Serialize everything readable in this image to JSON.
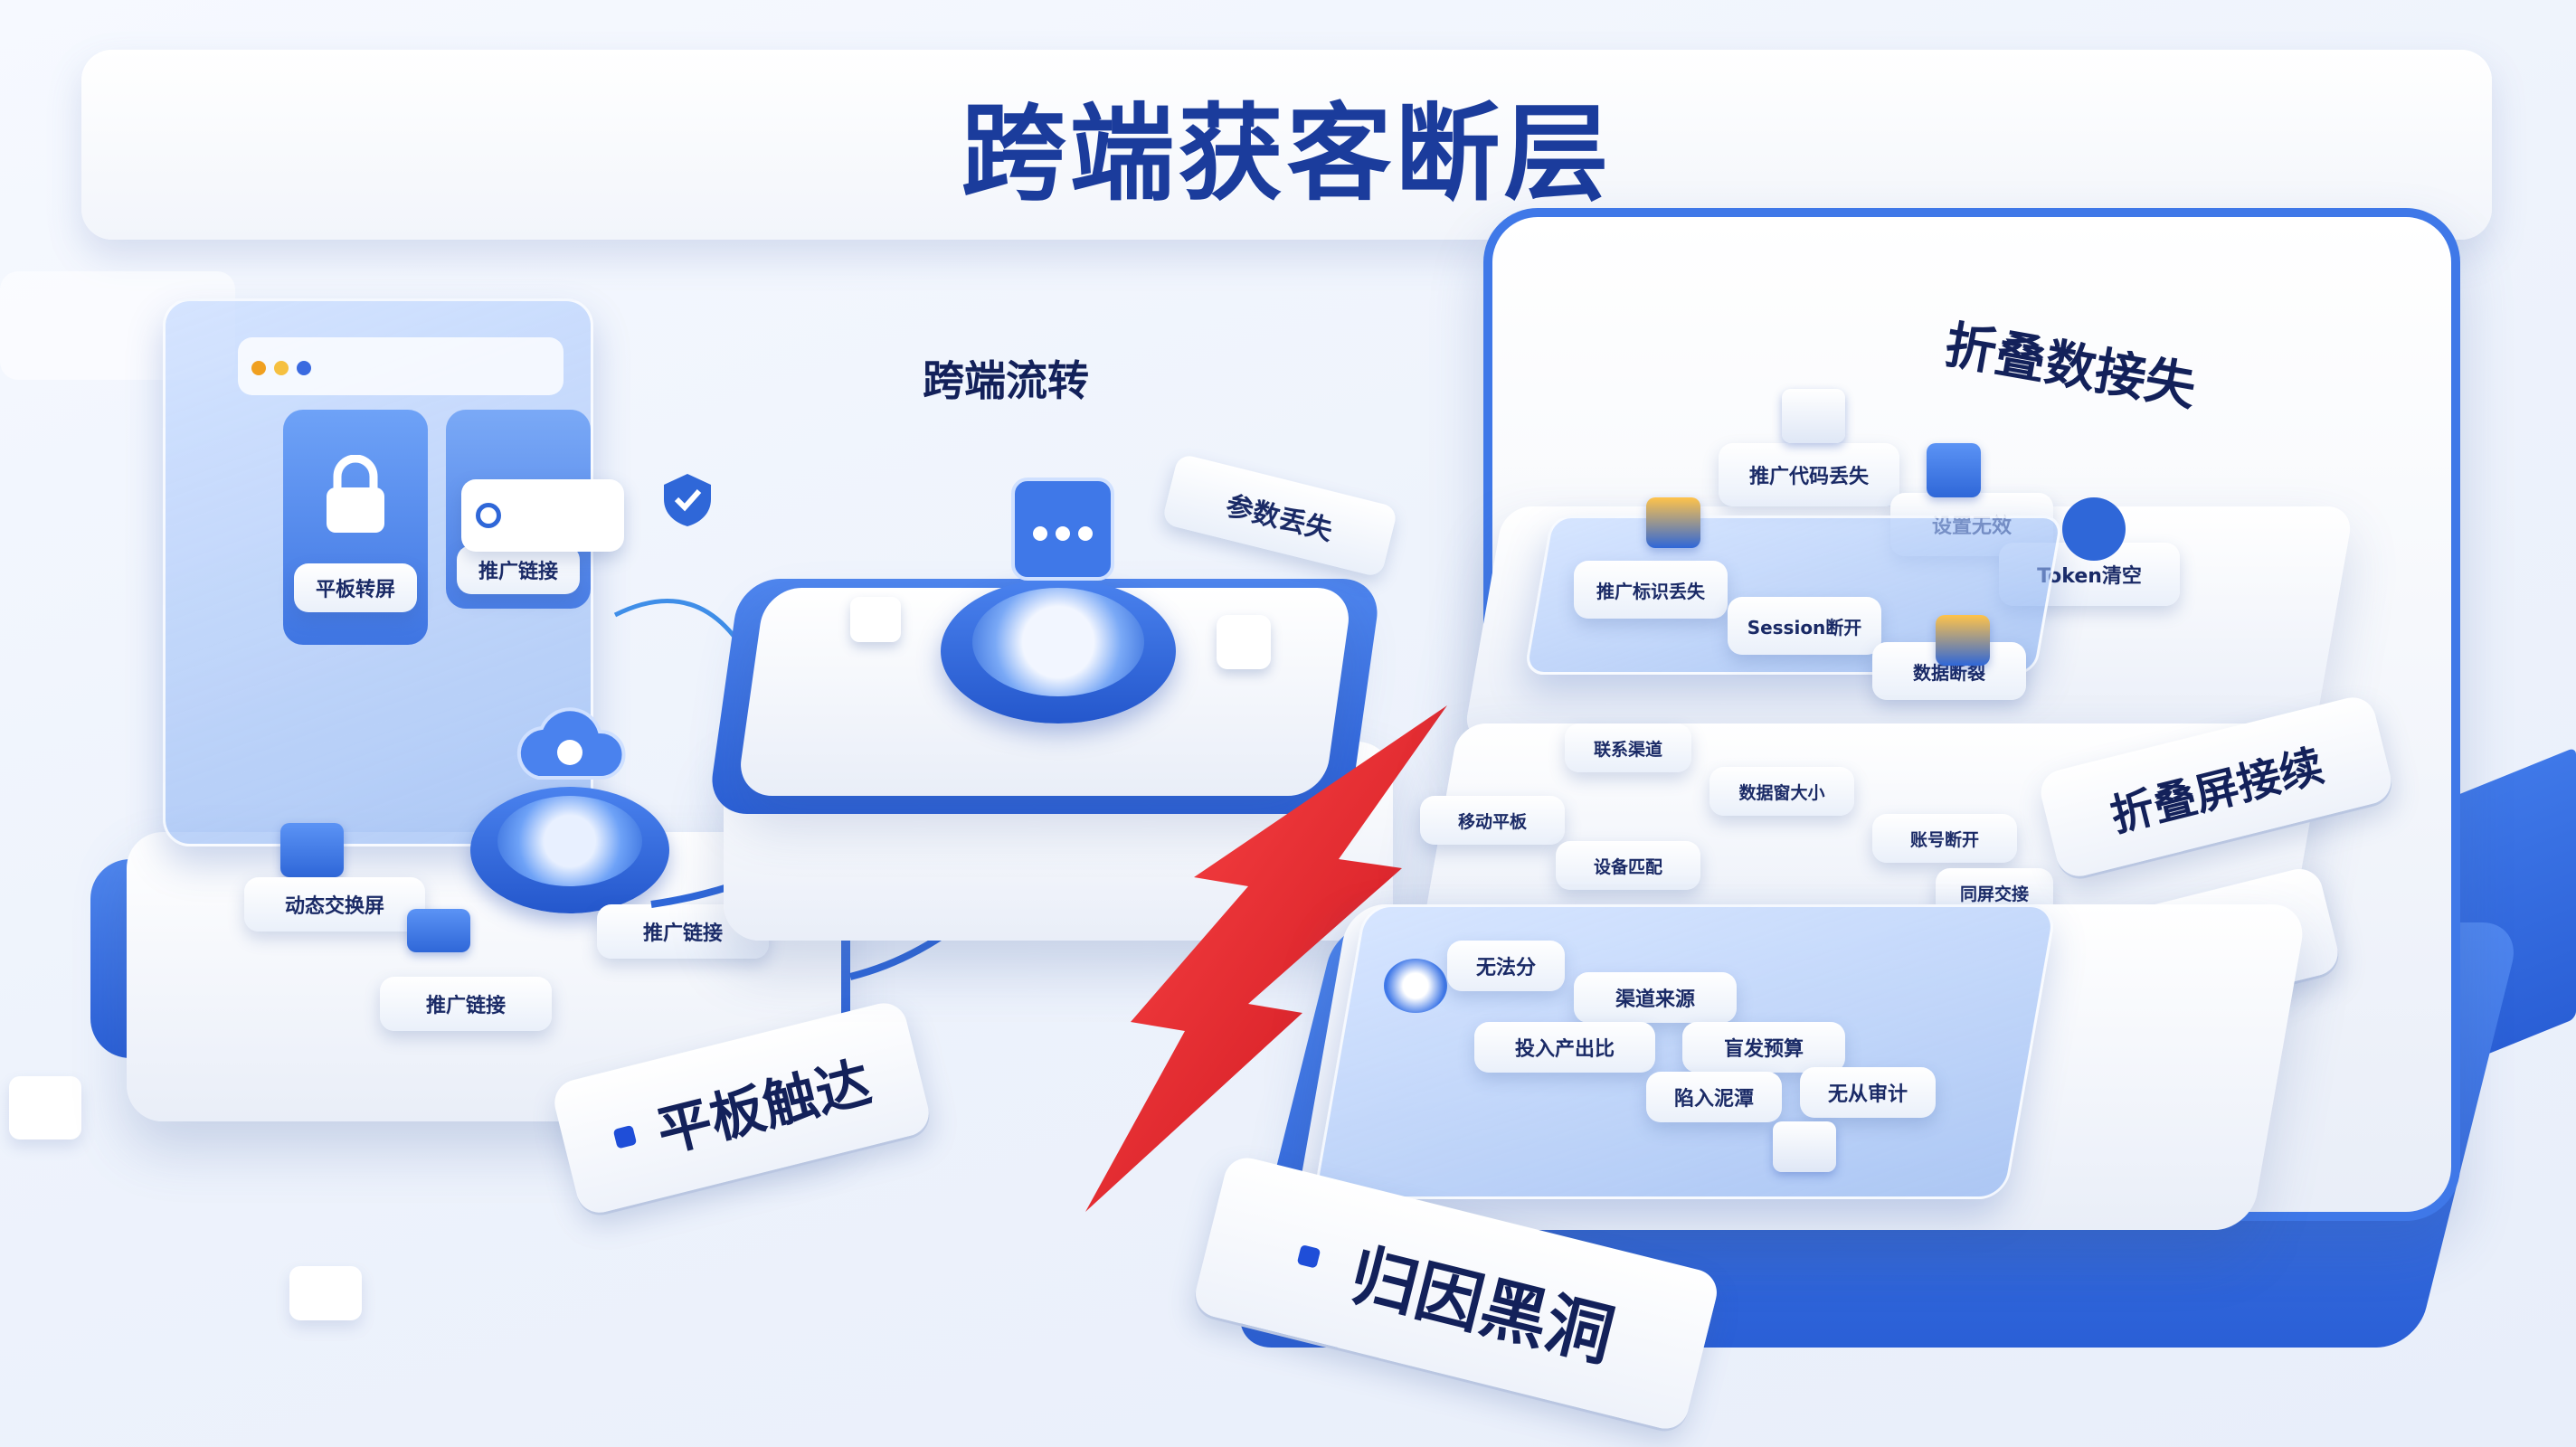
{
  "title": "跨端获客断层",
  "left_panel": {
    "window_tile_1": "平板转屏",
    "window_tile_2": "推广链接",
    "window_search": "",
    "tag_1": "动态交换屏",
    "tag_2": "推广链接",
    "tag_3": "推广链接",
    "label": "平板触达"
  },
  "middle_panel": {
    "heading": "跨端流转",
    "tag_1": "参数丢失",
    "caption_1": "",
    "caption_2": ""
  },
  "right_panel": {
    "heading": "折叠数接失",
    "top_tags": [
      "推广代码丢失",
      "设置无效",
      "Token清空"
    ],
    "glass_tags": [
      "推广标识丢失",
      "Session断开",
      "数据断裂"
    ],
    "mid_tags": [
      "联系渠道",
      "数据窗大小",
      "账号断开",
      "移动平板",
      "设备匹配",
      "同屏交接"
    ],
    "glass_bottom_row1": [
      "无法分",
      "渠道来源"
    ],
    "glass_bottom_row2": [
      "投入产出比",
      "陷入泥潭",
      "无从审计"
    ],
    "glass_bottom_mid": "盲发预算",
    "side_tag_1": "折叠屏接续",
    "side_tag_2": "归因黑洞"
  },
  "bottom_label": "归因黑洞",
  "colors": {
    "title": "#1b3c9c",
    "accent_blue": "#2f67d8",
    "break_red": "#e31b23"
  },
  "icons": [
    "lock-icon",
    "link-icon",
    "shield-check-icon",
    "cloud-icon",
    "chat-icon",
    "document-icon",
    "monitor-icon",
    "hand-icon",
    "location-icon",
    "folder-icon",
    "shield-icon",
    "chart-icon",
    "lightning-break-icon"
  ]
}
